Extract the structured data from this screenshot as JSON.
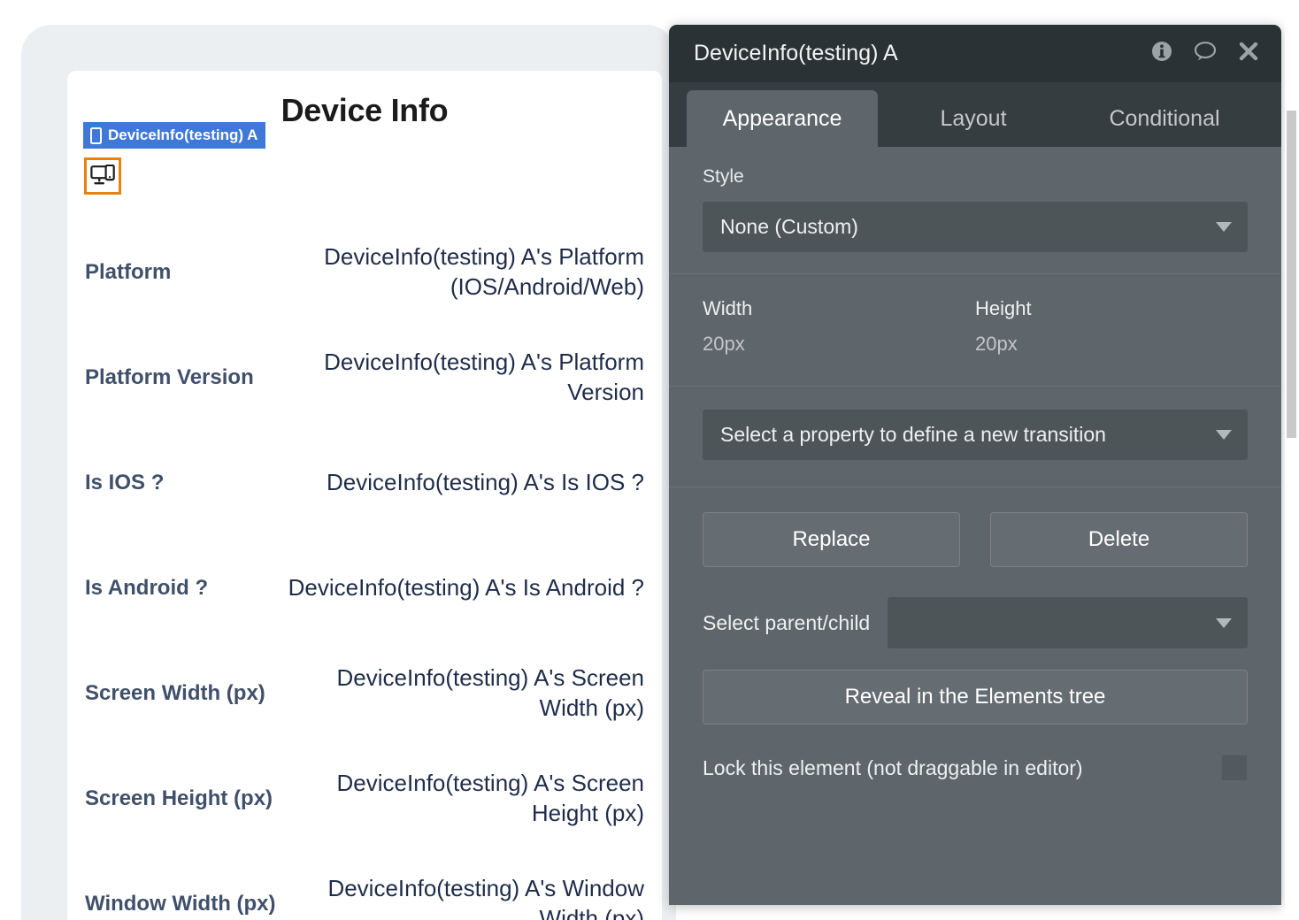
{
  "canvas": {
    "page_title": "Device Info",
    "element_badge": {
      "label": "DeviceInfo(testing) A",
      "icon": "mobile-phone-icon",
      "bg_color": "#4078d8"
    },
    "selected_element": {
      "icon": "device-monitor-mobile-icon",
      "selection_color": "#e8820c"
    },
    "rows": [
      {
        "label": "Platform",
        "value": "DeviceInfo(testing) A's Platform (IOS/Android/Web)"
      },
      {
        "label": "Platform Version",
        "value": "DeviceInfo(testing) A's Platform Version"
      },
      {
        "label": "Is IOS ?",
        "value": "DeviceInfo(testing) A's Is IOS ?"
      },
      {
        "label": "Is Android ?",
        "value": "DeviceInfo(testing) A's Is Android ?"
      },
      {
        "label": "Screen Width (px)",
        "value": "DeviceInfo(testing) A's Screen Width (px)"
      },
      {
        "label": "Screen Height (px)",
        "value": "DeviceInfo(testing) A's Screen Height (px)"
      },
      {
        "label": "Window Width (px)",
        "value": "DeviceInfo(testing) A's Window Width (px)"
      }
    ]
  },
  "panel": {
    "title": "DeviceInfo(testing) A",
    "header_icons": [
      "info-icon",
      "comment-icon",
      "close-icon"
    ],
    "tabs": [
      {
        "label": "Appearance",
        "active": true
      },
      {
        "label": "Layout",
        "active": false
      },
      {
        "label": "Conditional",
        "active": false
      }
    ],
    "style": {
      "label": "Style",
      "selected": "None (Custom)"
    },
    "dimensions": {
      "width_label": "Width",
      "width_value": "20px",
      "height_label": "Height",
      "height_value": "20px"
    },
    "transition": {
      "placeholder": "Select a property to define a new transition"
    },
    "buttons": {
      "replace": "Replace",
      "delete": "Delete"
    },
    "parent_child": {
      "label": "Select parent/child",
      "selected": ""
    },
    "reveal": "Reveal in the Elements tree",
    "lock": {
      "label": "Lock this element (not draggable in editor)",
      "checked": false
    }
  }
}
